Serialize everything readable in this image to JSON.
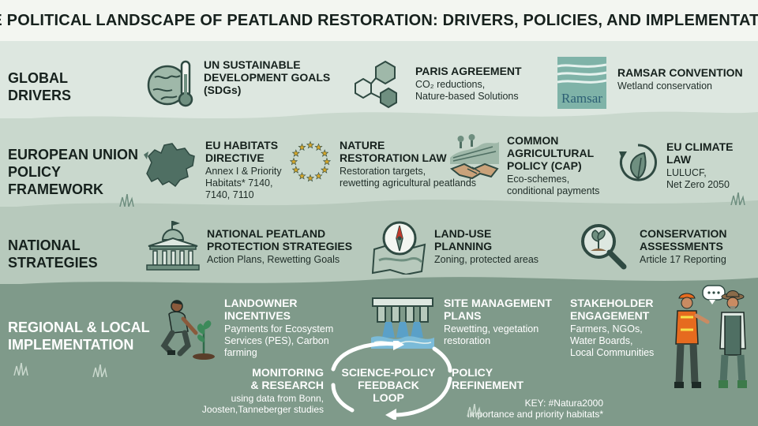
{
  "title": "THE POLITICAL LANDSCAPE OF PEATLAND RESTORATION: DRIVERS, POLICIES, AND IMPLEMENTATION",
  "rows": {
    "global": {
      "label_line1": "GLOBAL",
      "label_line2": "DRIVERS",
      "items": [
        {
          "icon": "globe-thermometer-icon",
          "heading1": "UN SUSTAINABLE",
          "heading2": "DEVELOPMENT GOALS",
          "heading3": "(SDGs)",
          "sub1": "",
          "sub2": ""
        },
        {
          "icon": "hexagon-network-icon",
          "heading1": "PARIS AGREEMENT",
          "heading2": "",
          "heading3": "",
          "sub1": "CO₂ reductions,",
          "sub2": "Nature-based Solutions"
        },
        {
          "icon": "ramsar-logo-icon",
          "heading1": "RAMSAR CONVENTION",
          "heading2": "",
          "heading3": "",
          "sub1": "Wetland conservation",
          "sub2": "",
          "logo_text": "Ramsar"
        }
      ]
    },
    "eu": {
      "label_line1": "EUROPEAN UNION",
      "label_line2": "POLICY",
      "label_line3": "FRAMEWORK",
      "items": [
        {
          "icon": "europe-map-icon",
          "heading1": "EU HABITATS",
          "heading2": "DIRECTIVE",
          "sub1": "Annex I & Priority",
          "sub2": "Habitats* 7140,",
          "sub3": "7140, 7110"
        },
        {
          "icon": "eu-stars-icon",
          "heading1": "NATURE",
          "heading2": "RESTORATION LAW",
          "sub1": "Restoration targets,",
          "sub2": "rewetting agricultural peatlands",
          "sub3": ""
        },
        {
          "icon": "handshake-fields-icon",
          "heading1": "COMMON",
          "heading2": "AGRICULTURAL",
          "heading3": "POLICY (CAP)",
          "sub1": "Eco-schemes,",
          "sub2": "conditional payments"
        },
        {
          "icon": "recycle-leaf-icon",
          "heading1": "EU CLIMATE LAW",
          "heading2": "",
          "sub1": "LULUCF,",
          "sub2": "Net Zero 2050",
          "sub3": ""
        }
      ]
    },
    "national": {
      "label_line1": "NATIONAL",
      "label_line2": "STRATEGIES",
      "items": [
        {
          "icon": "government-building-icon",
          "heading1": "NATIONAL PEATLAND",
          "heading2": "PROTECTION STRATEGIES",
          "sub1": "Action Plans, Rewetting Goals"
        },
        {
          "icon": "compass-map-icon",
          "heading1": "LAND-USE",
          "heading2": "PLANNING",
          "sub1": "Zoning, protected areas"
        },
        {
          "icon": "magnifier-plant-icon",
          "heading1": "CONSERVATION",
          "heading2": "ASSESSMENTS",
          "sub1": "Article 17 Reporting"
        }
      ]
    },
    "regional": {
      "label_line1": "REGIONAL & LOCAL",
      "label_line2": "IMPLEMENTATION",
      "items": [
        {
          "icon": "planting-person-icon",
          "heading1": "LANDOWNER",
          "heading2": "INCENTIVES",
          "sub1": "Payments for Ecosystem",
          "sub2": "Services (PES), Carbon",
          "sub3": "farming"
        },
        {
          "icon": "dam-water-icon",
          "heading1": "SITE MANAGEMENT",
          "heading2": "PLANS",
          "sub1": "Rewetting, vegetation",
          "sub2": "restoration",
          "sub3": ""
        },
        {
          "icon": "people-talking-icon",
          "heading1": "STAKEHOLDER",
          "heading2": "ENGAGEMENT",
          "sub1": "Farmers, NGOs,",
          "sub2": "Water Boards,",
          "sub3": "Local Communities"
        }
      ]
    }
  },
  "loop": {
    "center1": "SCIENCE-POLICY",
    "center2": "FEEDBACK LOOP",
    "monitoring1": "MONITORING",
    "monitoring2": "& RESEARCH",
    "monitoring_sub1": "using data from Bonn,",
    "monitoring_sub2": "Joosten,Tanneberger studies",
    "policy1": "POLICY",
    "policy2": "REFINEMENT"
  },
  "key": {
    "line1": "KEY: #Natura2000",
    "line2": "importance and priority habitats*"
  },
  "colors": {
    "title_bg": "#f3f6f1",
    "band1": "#dde7e0",
    "band2": "#c9d8cd",
    "band3": "#b7c9bc",
    "band4": "#7f9a8a",
    "icon_stroke": "#2f4a42",
    "icon_fill": "#6f8f80",
    "eu_star": "#d4a62a",
    "vest": "#e66b1f"
  }
}
